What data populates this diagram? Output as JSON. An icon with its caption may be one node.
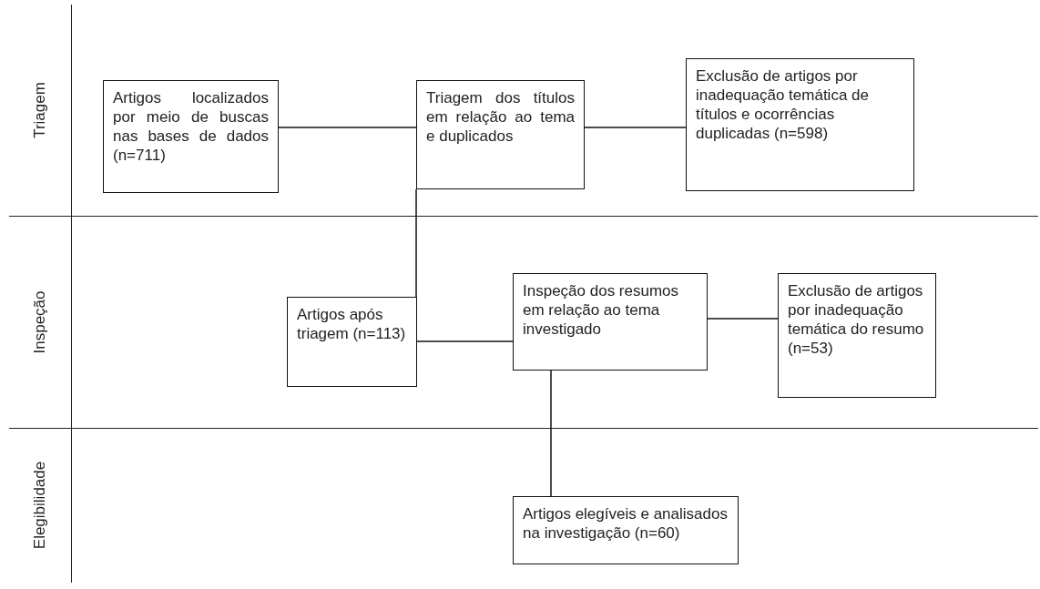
{
  "diagram": {
    "nodes": [
      {
        "text": [
          "Triagem"
        ]
      },
      {
        "text": [
          "Artigos localizados por meio de buscas nas bases de dados (n=711)"
        ],
        "in": 0
      },
      {
        "text": [
          "Triagem dos títulos em relação ao tema e duplicados"
        ],
        "in": 0
      },
      {
        "text": [
          "Exclusão de artigos por inadequação temática de títulos e ocorrências duplicadas (n=598)"
        ],
        "in": 0
      },
      {
        "text": [
          "Inspeção"
        ]
      },
      {
        "text": [
          "Artigos após triagem (n=113)"
        ],
        "in": 4
      },
      {
        "text": [
          "Inspeção dos resumos em relação ao tema investigado"
        ],
        "in": 4
      },
      {
        "text": [
          "Exclusão de artigos por inadequação temática do resumo (n=53)"
        ],
        "in": 4
      },
      {
        "text": [
          "Elegibilidade"
        ]
      },
      {
        "text": [
          "Artigos elegíveis e analisados na investigação (n=60)"
        ],
        "in": 8
      }
    ],
    "edges": [
      {
        "from": 1,
        "to": 2,
        "arrow": "none"
      },
      {
        "from": 2,
        "to": 3,
        "arrow": "none"
      },
      {
        "from": 2,
        "to": 5,
        "arrow": "none"
      },
      {
        "from": 5,
        "to": 6,
        "arrow": "none"
      },
      {
        "from": 6,
        "to": 7,
        "arrow": "none"
      },
      {
        "from": 6,
        "to": 9,
        "arrow": "none"
      }
    ]
  }
}
